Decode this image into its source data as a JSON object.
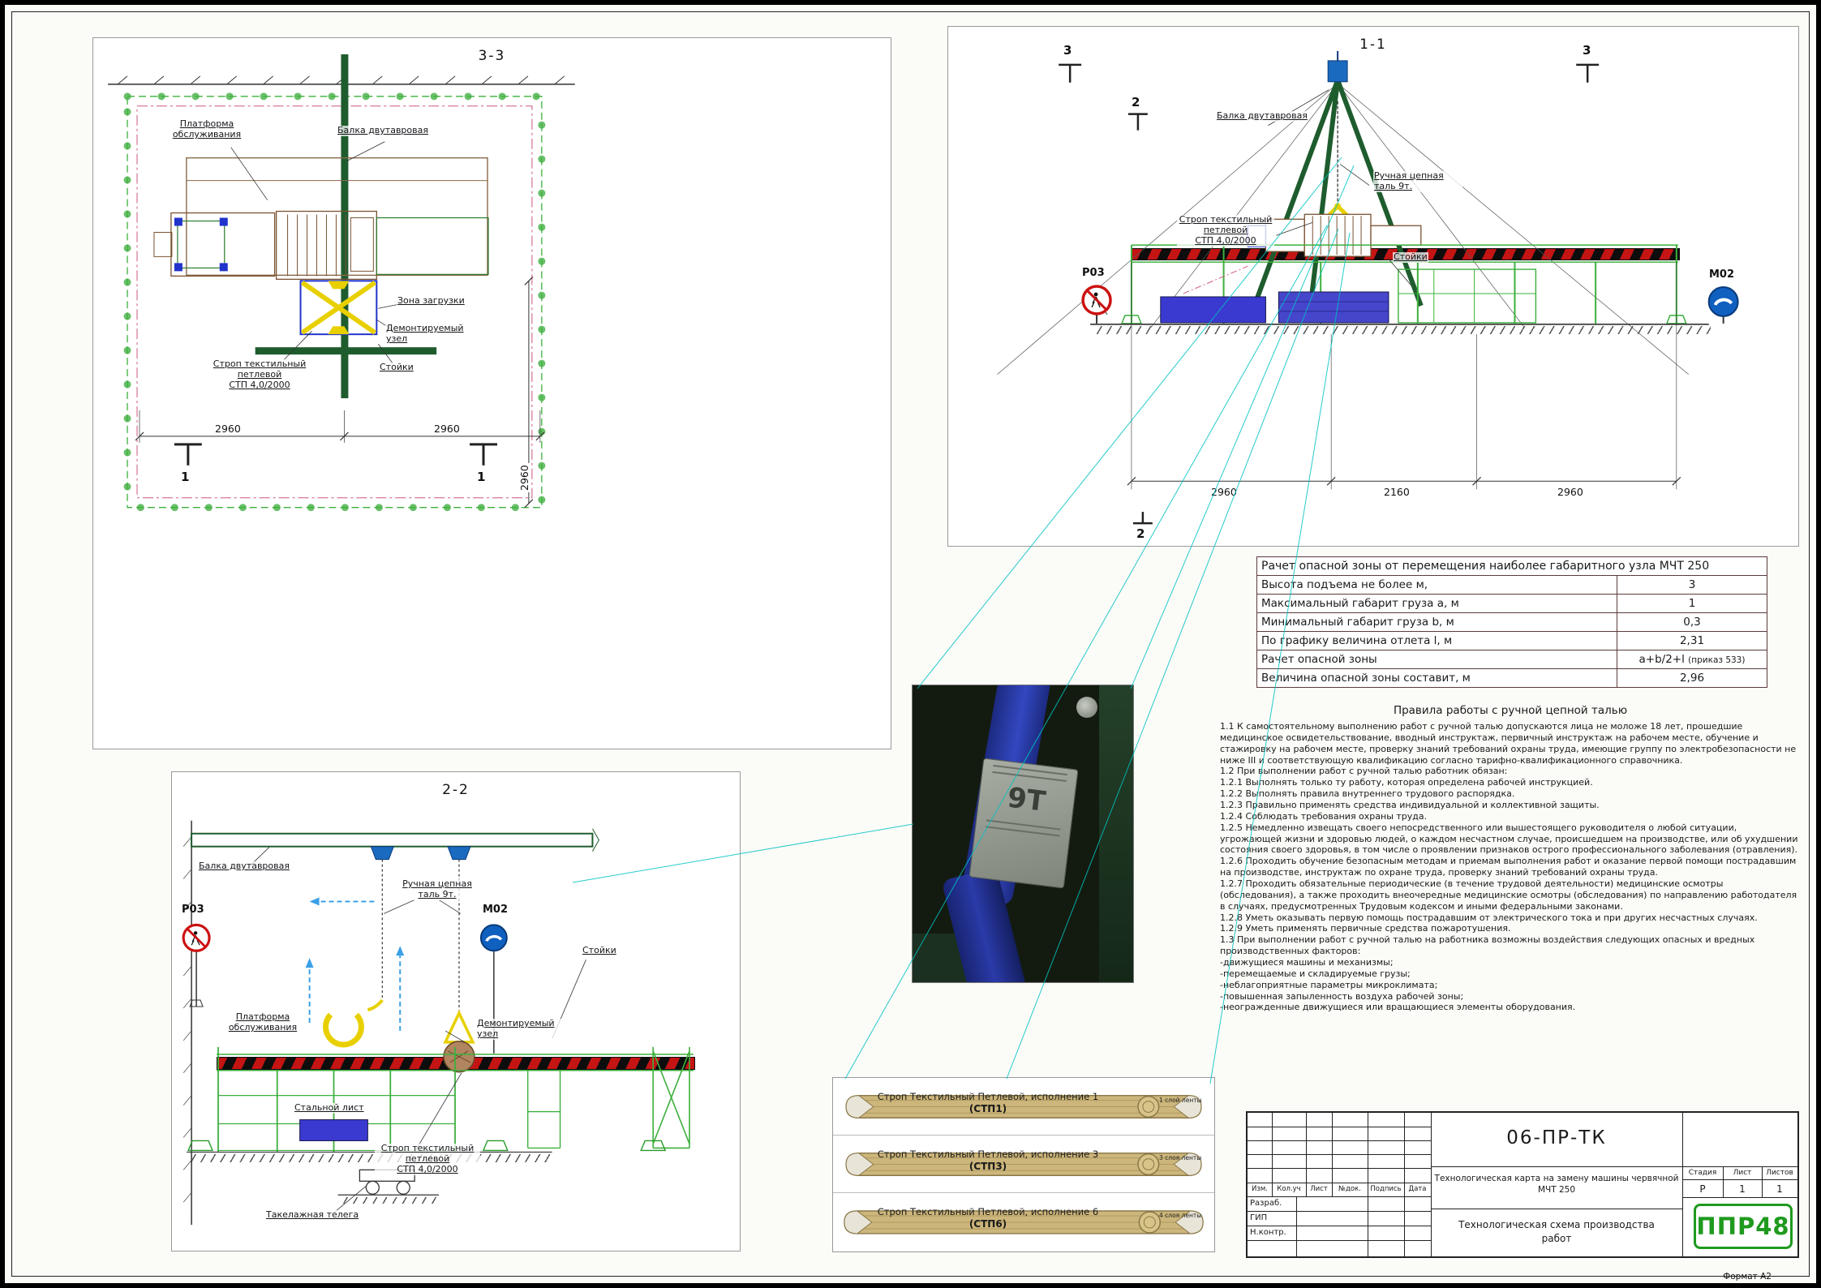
{
  "page": {
    "format": "Формат А2"
  },
  "view33": {
    "title": "3-3",
    "lbl_platform": "Платформа\nобслуживания",
    "lbl_beam": "Балка двутавровая",
    "lbl_zone": "Зона загрузки",
    "lbl_unit": "Демонтируемый\nузел",
    "lbl_strop": "Строп текстильный\nпетлевой\nСТП 4,0/2000",
    "lbl_stands": "Стойки",
    "dim_left": "2960",
    "dim_right": "2960",
    "dim_vert": "2960",
    "mark1": "1"
  },
  "view11": {
    "title": "1-1",
    "mark3": "3",
    "mark2": "2",
    "lbl_beam": "Балка двутавровая",
    "lbl_taly": "Ручная цепная\nталь 9т.",
    "lbl_strop": "Строп текстильный\nпетлевой\nСТП 4,0/2000",
    "lbl_stands": "Стойки",
    "sign_p03": "Р03",
    "sign_m02": "М02",
    "dims": [
      "2960",
      "2160",
      "2960"
    ]
  },
  "view22": {
    "title": "2-2",
    "lbl_beam": "Балка двутавровая",
    "lbl_taly": "Ручная цепная\nталь 9т.",
    "lbl_stands": "Стойки",
    "lbl_platform": "Платформа\nобслуживания",
    "lbl_unit": "Демонтируемый\nузел",
    "lbl_steel": "Стальной лист",
    "lbl_strop": "Строп текстильный\nпетлевой\nСТП 4,0/2000",
    "lbl_cart": "Такелажная телега",
    "sign_p03": "Р03",
    "sign_m02": "М02"
  },
  "photo": {
    "label": "9Т"
  },
  "hazard_table": {
    "header": "Рачет опасной зоны от перемещения наиболее габаритного узла МЧТ 250",
    "rows": [
      {
        "label": "Высота подъема не более м,",
        "value": "3"
      },
      {
        "label": "Максимальный габарит груза a, м",
        "value": "1"
      },
      {
        "label": "Минимальный габарит груза b, м",
        "value": "0,3"
      },
      {
        "label": "По графику величина отлета l, м",
        "value": "2,31"
      },
      {
        "label": "Рачет опасной зоны",
        "value": "a+b/2+l",
        "note": "(приказ 533)"
      },
      {
        "label": "Величина опасной зоны составит, м",
        "value": "2,96"
      }
    ]
  },
  "rules": {
    "title": "Правила работы с ручной цепной талью",
    "body": "1.1 К самостоятельному выполнению работ с ручной талью допускаются лица не моложе 18 лет, прошедшие медицинское освидетельствование, вводный инструктаж, первичный инструктаж на рабочем месте, обучение и стажировку на рабочем месте, проверку знаний требований охраны труда, имеющие группу по электробезопасности не ниже III и соответствующую квалификацию согласно тарифно-квалификационного справочника.\n1.2 При выполнении работ с ручной талью работник обязан:\n1.2.1 Выполнять только ту работу, которая определена рабочей инструкцией.\n1.2.2 Выполнять правила внутреннего трудового распорядка.\n1.2.3 Правильно применять средства индивидуальной и коллективной защиты.\n1.2.4 Соблюдать требования охраны труда.\n1.2.5 Немедленно извещать своего непосредственного или вышестоящего руководителя о любой ситуации, угрожающей жизни и здоровью людей, о каждом несчастном случае, происшедшем на производстве, или об ухудшении состояния своего здоровья, в том числе о проявлении признаков острого профессионального заболевания (отравления).\n1.2.6 Проходить обучение безопасным методам и приемам выполнения работ и оказание первой помощи пострадавшим на производстве, инструктаж по охране труда, проверку знаний требований охраны труда.\n1.2.7 Проходить обязательные периодические (в течение трудовой деятельности) медицинские осмотры (обследования), а также проходить внеочередные медицинские осмотры (обследования) по направлению работодателя в случаях, предусмотренных Трудовым кодексом и иными федеральными законами.\n1.2.8 Уметь оказывать первую помощь пострадавшим от электрического тока и при других несчастных случаях.\n1.2.9 Уметь применять первичные средства пожаротушения.\n1.3 При выполнении работ с ручной талью на работника возможны воздействия следующих опасных и вредных производственных факторов:\n-движущиеся машины и механизмы;\n-перемещаемые и складируемые грузы;\n-неблагоприятные параметры микроклимата;\n-повышенная запыленность воздуха рабочей зоны;\n-неогражденные движущиеся или вращающиеся элементы оборудования."
  },
  "slings": {
    "items": [
      {
        "line1": "Строп Текстильный Петлевой, исполнение 1",
        "line2": "(СТП1)",
        "note": "1 слой ленты"
      },
      {
        "line1": "Строп Текстильный Петлевой, исполнение 3",
        "line2": "(СТП3)",
        "note": "3 слоя ленты"
      },
      {
        "line1": "Строп Текстильный Петлевой, исполнение 6",
        "line2": "(СТП6)",
        "note": "4 слоя ленты"
      }
    ]
  },
  "stamp": {
    "code": "06-ПР-ТК",
    "cols": [
      "Изм.",
      "Кол.уч",
      "Лист",
      "№док.",
      "Подпись",
      "Дата"
    ],
    "roles": [
      "Разраб.",
      "ГИП",
      "Н.контр."
    ],
    "doc_title": "Технологическая карта на замену машины червячной\nМЧТ 250",
    "stage_headers": [
      "Стадия",
      "Лист",
      "Листов"
    ],
    "stage_values": [
      "Р",
      "1",
      "1"
    ],
    "sheet_title": "Технологическая схема производства\nработ",
    "logo": "ППР48"
  }
}
